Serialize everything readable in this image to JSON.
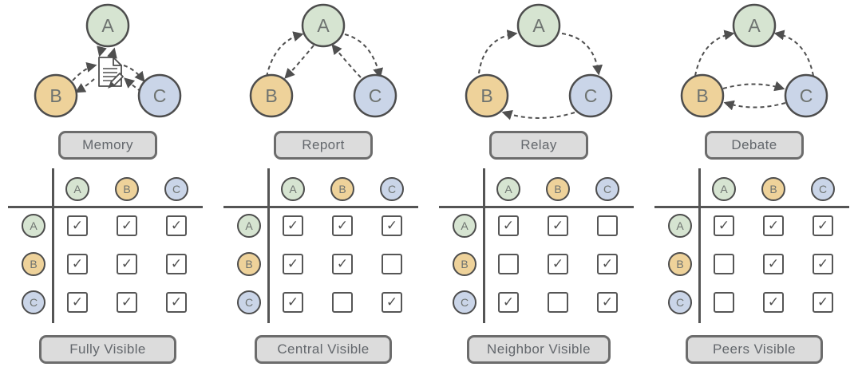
{
  "colors": {
    "background": "#ffffff",
    "node_a_fill": "#d6e4d1",
    "node_b_fill": "#eed29a",
    "node_c_fill": "#cad5e8",
    "node_border": "#4d4d4d",
    "node_letter": "#6e7370",
    "arrow": "#4f4f4f",
    "button_bg": "#dcdcdc",
    "button_border": "#6c6c6c",
    "button_text": "#63676c",
    "checkbox_border": "#565656",
    "grid_line": "#555555"
  },
  "check_glyph": "✓",
  "panels": [
    {
      "pattern_label": "Memory",
      "visibility_label": "Fully Visible",
      "center_icon": "shared-memory-document-pencil-icon",
      "nodes": {
        "a": "A",
        "b": "B",
        "c": "C"
      },
      "edges": [
        "A → memory",
        "memory → A",
        "B → memory",
        "memory → B",
        "memory → C",
        "C → memory"
      ],
      "matrix": {
        "col_headers": [
          "A",
          "B",
          "C"
        ],
        "row_headers": [
          "A",
          "B",
          "C"
        ],
        "cells": [
          [
            "✓",
            "✓",
            "✓"
          ],
          [
            "✓",
            "✓",
            "✓"
          ],
          [
            "✓",
            "✓",
            "✓"
          ]
        ]
      }
    },
    {
      "pattern_label": "Report",
      "visibility_label": "Central Visible",
      "nodes": {
        "a": "A",
        "b": "B",
        "c": "C"
      },
      "edges": [
        "B → A",
        "A → B",
        "A → C",
        "C → A"
      ],
      "matrix": {
        "col_headers": [
          "A",
          "B",
          "C"
        ],
        "row_headers": [
          "A",
          "B",
          "C"
        ],
        "cells": [
          [
            "✓",
            "✓",
            "✓"
          ],
          [
            "✓",
            "✓",
            ""
          ],
          [
            "✓",
            "",
            "✓"
          ]
        ]
      }
    },
    {
      "pattern_label": "Relay",
      "visibility_label": "Neighbor Visible",
      "nodes": {
        "a": "A",
        "b": "B",
        "c": "C"
      },
      "edges": [
        "B → A",
        "A → C",
        "C → B"
      ],
      "matrix": {
        "col_headers": [
          "A",
          "B",
          "C"
        ],
        "row_headers": [
          "A",
          "B",
          "C"
        ],
        "cells": [
          [
            "✓",
            "✓",
            ""
          ],
          [
            "",
            "✓",
            "✓"
          ],
          [
            "✓",
            "",
            "✓"
          ]
        ]
      }
    },
    {
      "pattern_label": "Debate",
      "visibility_label": "Peers Visible",
      "nodes": {
        "a": "A",
        "b": "B",
        "c": "C"
      },
      "edges": [
        "B → A",
        "C → A",
        "B → C",
        "C → B"
      ],
      "matrix": {
        "col_headers": [
          "A",
          "B",
          "C"
        ],
        "row_headers": [
          "A",
          "B",
          "C"
        ],
        "cells": [
          [
            "✓",
            "✓",
            "✓"
          ],
          [
            "",
            "✓",
            "✓"
          ],
          [
            "",
            "✓",
            "✓"
          ]
        ]
      }
    }
  ]
}
